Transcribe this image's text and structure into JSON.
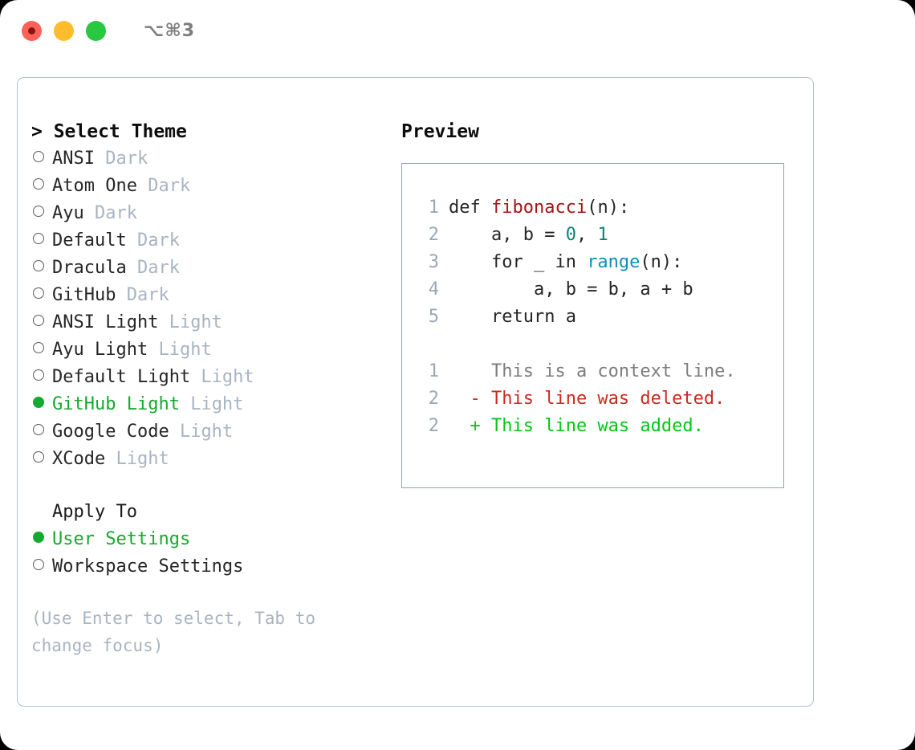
{
  "titlebar": {
    "shortcut": "⌥⌘3",
    "lights": [
      "close",
      "minimize",
      "maximize"
    ]
  },
  "left": {
    "title": "> Select Theme",
    "themes": [
      {
        "name": "ANSI",
        "tag": "Dark",
        "selected": false
      },
      {
        "name": "Atom One",
        "tag": "Dark",
        "selected": false
      },
      {
        "name": "Ayu",
        "tag": "Dark",
        "selected": false
      },
      {
        "name": "Default",
        "tag": "Dark",
        "selected": false
      },
      {
        "name": "Dracula",
        "tag": "Dark",
        "selected": false
      },
      {
        "name": "GitHub",
        "tag": "Dark",
        "selected": false
      },
      {
        "name": "ANSI Light",
        "tag": "Light",
        "selected": false
      },
      {
        "name": "Ayu Light",
        "tag": "Light",
        "selected": false
      },
      {
        "name": "Default Light",
        "tag": "Light",
        "selected": false
      },
      {
        "name": "GitHub Light",
        "tag": "Light",
        "selected": true
      },
      {
        "name": "Google Code",
        "tag": "Light",
        "selected": false
      },
      {
        "name": "XCode",
        "tag": "Light",
        "selected": false
      }
    ],
    "apply_to_label": "Apply To",
    "apply_to": [
      {
        "name": "User Settings",
        "selected": true
      },
      {
        "name": "Workspace Settings",
        "selected": false
      }
    ],
    "hint": "(Use Enter to select, Tab to change focus)"
  },
  "right": {
    "title": "Preview",
    "code": [
      {
        "no": "1",
        "parts": [
          {
            "t": "def ",
            "c": "plain"
          },
          {
            "t": "fibonacci",
            "c": "fn"
          },
          {
            "t": "(n):",
            "c": "plain"
          }
        ]
      },
      {
        "no": "2",
        "parts": [
          {
            "t": "    a, b = ",
            "c": "plain"
          },
          {
            "t": "0",
            "c": "num"
          },
          {
            "t": ", ",
            "c": "plain"
          },
          {
            "t": "1",
            "c": "num"
          }
        ]
      },
      {
        "no": "3",
        "parts": [
          {
            "t": "    for _ in ",
            "c": "plain"
          },
          {
            "t": "range",
            "c": "call"
          },
          {
            "t": "(n):",
            "c": "plain"
          }
        ]
      },
      {
        "no": "4",
        "parts": [
          {
            "t": "        a, b = b, a + b",
            "c": "plain"
          }
        ]
      },
      {
        "no": "5",
        "parts": [
          {
            "t": "    return a",
            "c": "plain"
          }
        ]
      }
    ],
    "diff": [
      {
        "no": "1",
        "marker": " ",
        "text": "This is a context line.",
        "kind": "ctx"
      },
      {
        "no": "2",
        "marker": "-",
        "text": "This line was deleted.",
        "kind": "del"
      },
      {
        "no": "2",
        "marker": "+",
        "text": "This line was added.",
        "kind": "add"
      }
    ]
  },
  "colors": {
    "accent_green": "#16a92f",
    "diff_add": "#00c814",
    "diff_del": "#cc2a1e",
    "muted": "#a9b4c2",
    "fn": "#a31515",
    "num": "#0c8577",
    "call": "#0d8fb5"
  }
}
